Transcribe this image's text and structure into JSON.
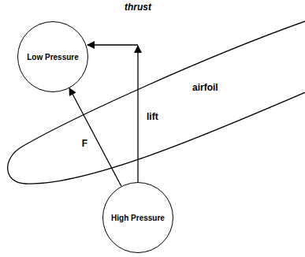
{
  "diagram": {
    "nodes": [
      {
        "text": [
          "Low Pressure"
        ]
      },
      {
        "text": [
          "High Pressure"
        ]
      }
    ],
    "edges": [
      {
        "from": 1,
        "to": 0,
        "arrow": "to",
        "label": "F"
      }
    ],
    "labels": [
      "thrust",
      "lift",
      "airfoil"
    ]
  }
}
